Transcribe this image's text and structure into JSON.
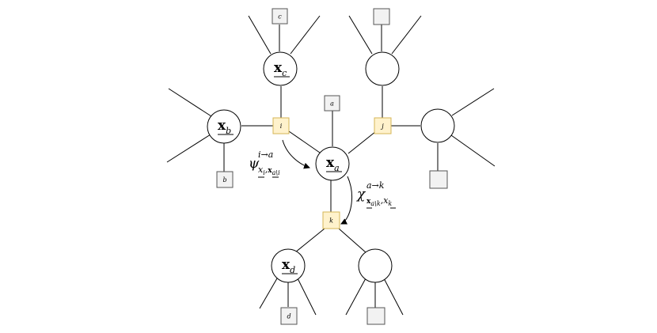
{
  "factors": {
    "i": "i",
    "j": "j",
    "k": "k",
    "a": "a",
    "b": "b",
    "c": "c",
    "d": "d"
  },
  "variables": {
    "a": {
      "symbol": "x",
      "subscript": "a"
    },
    "b": {
      "symbol": "x",
      "subscript": "b"
    },
    "c": {
      "symbol": "x",
      "subscript": "c"
    },
    "d": {
      "symbol": "x",
      "subscript": "d"
    }
  },
  "messages": {
    "psi": {
      "symbol": "ψ",
      "superscript": "i→a",
      "sub_x1": "x",
      "sub_i": "i",
      "sub_comma": ",",
      "sub_x2": "x",
      "sub_a_minus_i": "a\\i"
    },
    "chi": {
      "symbol": "χ",
      "superscript": "a→k",
      "sub_x1": "x",
      "sub_a_minus_k": "a\\k",
      "sub_comma": ",",
      "sub_x2": "x",
      "sub_k": "k"
    }
  }
}
